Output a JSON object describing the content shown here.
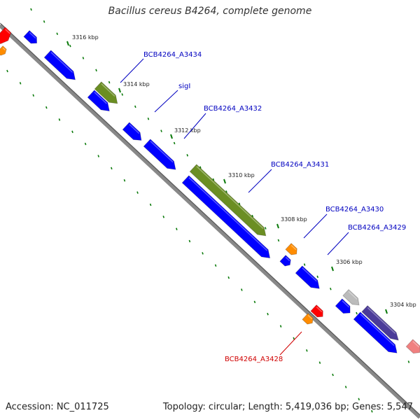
{
  "title": "Bacillus cereus B4264, complete genome",
  "footer": {
    "accession": "Accession: NC_011725",
    "summary": "Topology: circular; Length: 5,419,036 bp; Genes: 5,547"
  },
  "colors": {
    "backbone": "#888888",
    "cds": "#0000ff",
    "rna": "#6b8e23",
    "orange": "#ff8c00",
    "red": "#ff0000",
    "gray": "#bbbbbb",
    "purple": "#4b3b99",
    "label_blue": "#0000c0",
    "label_red": "#d00000",
    "tick": "#0a7a0a"
  },
  "kbp_labels": [
    "3316 kbp",
    "3314 kbp",
    "3312 kbp",
    "3310 kbp",
    "3308 kbp",
    "3306 kbp",
    "3304 kbp"
  ],
  "gene_labels": [
    {
      "name": "BCB4264_A3434",
      "color": "blue"
    },
    {
      "name": "sigI",
      "color": "blue"
    },
    {
      "name": "BCB4264_A3432",
      "color": "blue"
    },
    {
      "name": "BCB4264_A3431",
      "color": "blue"
    },
    {
      "name": "BCB4264_A3430",
      "color": "blue"
    },
    {
      "name": "BCB4264_A3429",
      "color": "blue"
    },
    {
      "name": "BCB4264_A3428",
      "color": "red"
    }
  ]
}
